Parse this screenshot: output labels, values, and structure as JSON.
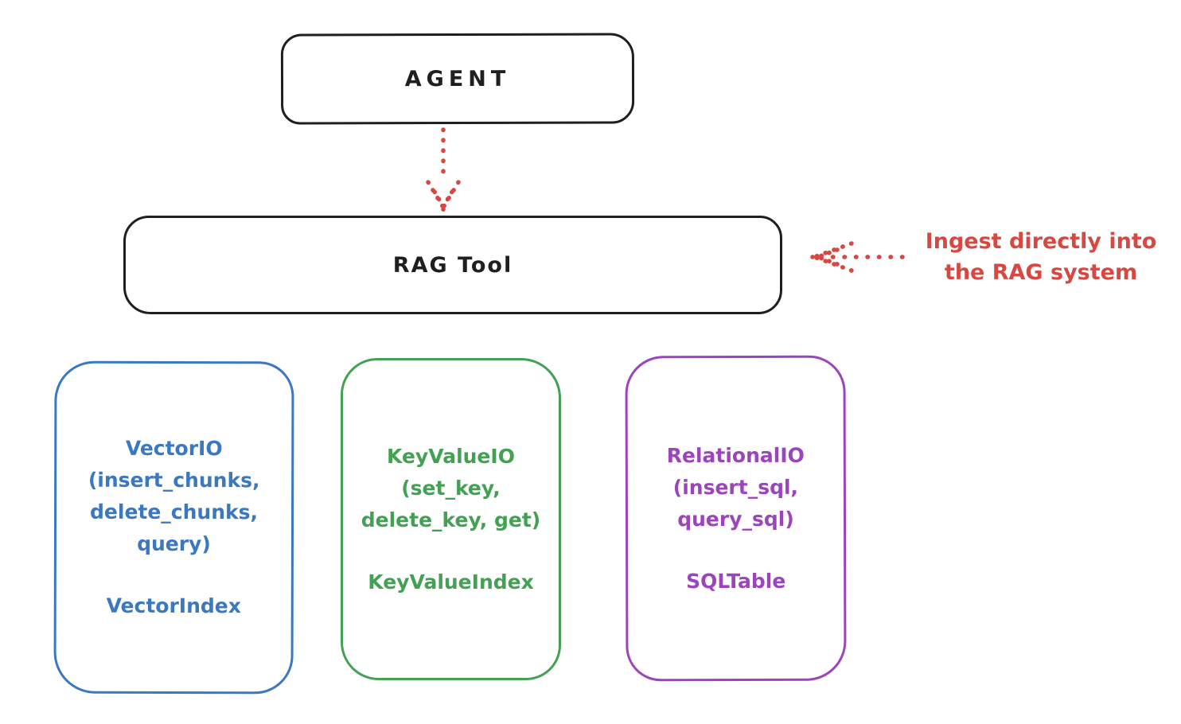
{
  "diagram": {
    "agent": {
      "label": "AGENT"
    },
    "rag_tool": {
      "label": "RAG Tool"
    },
    "annotation": {
      "line1": "Ingest directly into",
      "line2": "the RAG system"
    },
    "boxes": [
      {
        "lines": [
          "VectorIO",
          "(insert_chunks,",
          "delete_chunks,",
          "query)"
        ],
        "index": "VectorIndex",
        "color": "#3b78c2"
      },
      {
        "lines": [
          "KeyValueIO",
          "(set_key,",
          "delete_key, get)"
        ],
        "index": "KeyValueIndex",
        "color": "#42a153"
      },
      {
        "lines": [
          "RelationalIO",
          "(insert_sql,",
          "query_sql)"
        ],
        "index": "SQLTable",
        "color": "#9c44bc"
      }
    ],
    "colors": {
      "stroke": "#1f1f1f",
      "arrow_red": "#d64842",
      "blue": "#3b78c2",
      "green": "#42a153",
      "purple": "#9c44bc",
      "background": "#ffffff"
    }
  }
}
